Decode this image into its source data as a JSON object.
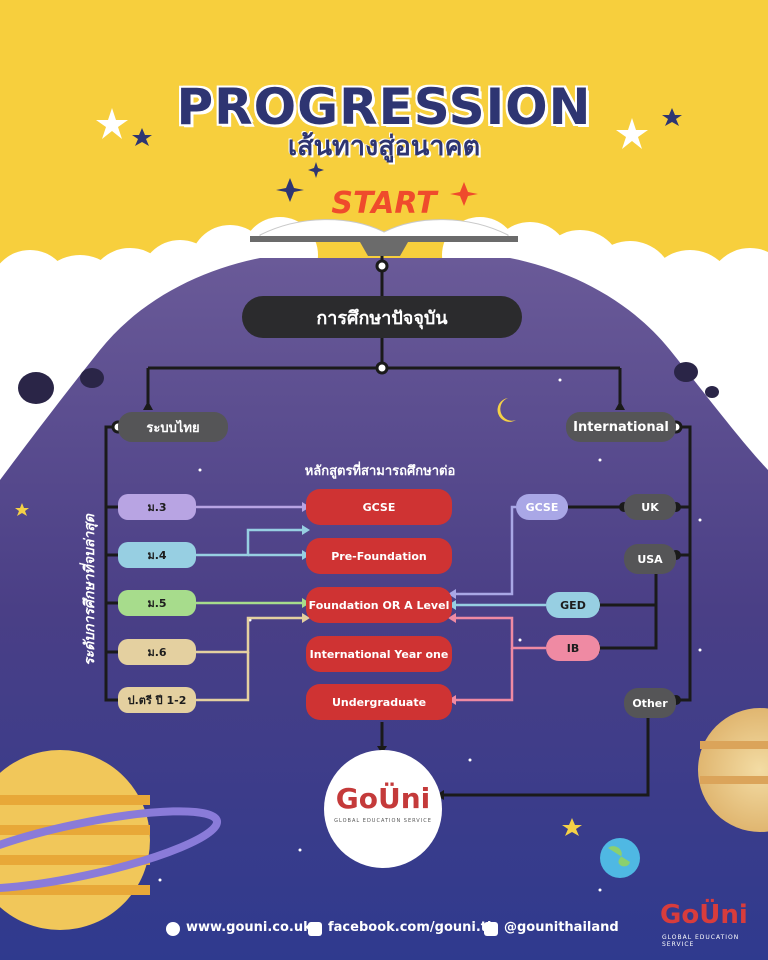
{
  "title": "PROGRESSION",
  "subtitle": "เส้นทางสู่อนาคต",
  "start_label": "START",
  "current_node": "การศึกษาปัจจุบัน",
  "thai_system": "ระบบไทย",
  "international": "International",
  "vertical_label": "ระดับการศึกษาที่จบล่าสุด",
  "courses_heading": "หลักสูตรที่สามารถศึกษาต่อ",
  "thai_levels": [
    "ม.3",
    "ม.4",
    "ม.5",
    "ม.6",
    "ป.ตรี ปี 1-2"
  ],
  "courses": [
    "GCSE",
    "Pre-Foundation",
    "Foundation OR A Level",
    "International Year one",
    "Undergraduate"
  ],
  "intl_countries": [
    "UK",
    "USA",
    "Other"
  ],
  "intl_quals": [
    "GCSE",
    "GED",
    "IB"
  ],
  "logo_text": "GoÜni",
  "logo_sub": "GLOBAL EDUCATION SERVICE",
  "footer": {
    "website": "www.gouni.co.uk",
    "facebook": "facebook.com/gouni.th",
    "line": "@gounithailand"
  },
  "colors": {
    "yellow_bg": "#f7cf3d",
    "purple_space": "#5e4d8d",
    "navy": "#2e3572",
    "course_red": "#cf3333",
    "level_m3": "#b8a4e3",
    "level_m4": "#97cfe2",
    "level_m5": "#a7dc8c",
    "level_m6": "#e4d0a0",
    "level_bachelor": "#e4d0a0"
  }
}
